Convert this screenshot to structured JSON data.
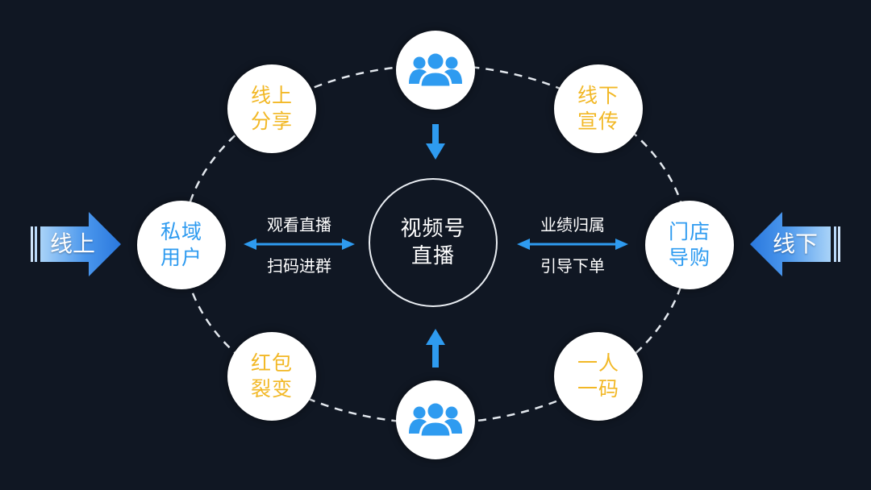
{
  "center": {
    "line1": "视频号",
    "line2": "直播"
  },
  "nodes": {
    "top_left": {
      "line1": "线上",
      "line2": "分享"
    },
    "top_right": {
      "line1": "线下",
      "line2": "宣传"
    },
    "left": {
      "line1": "私域",
      "line2": "用户"
    },
    "right": {
      "line1": "门店",
      "line2": "导购"
    },
    "bottom_left": {
      "line1": "红包",
      "line2": "裂变"
    },
    "bottom_right": {
      "line1": "一人",
      "line2": "一码"
    },
    "top_icon": "users-icon",
    "bottom_icon": "users-icon"
  },
  "arrows": {
    "left_top": "观看直播",
    "left_bottom": "扫码进群",
    "right_top": "业绩归属",
    "right_bottom": "引导下单"
  },
  "side_arrows": {
    "left": "线上",
    "right": "线下"
  },
  "colors": {
    "background": "#101723",
    "accent_blue": "#2e9bf0",
    "gold": "#f2b826",
    "side_arrow_blue": "#3a86e6"
  }
}
